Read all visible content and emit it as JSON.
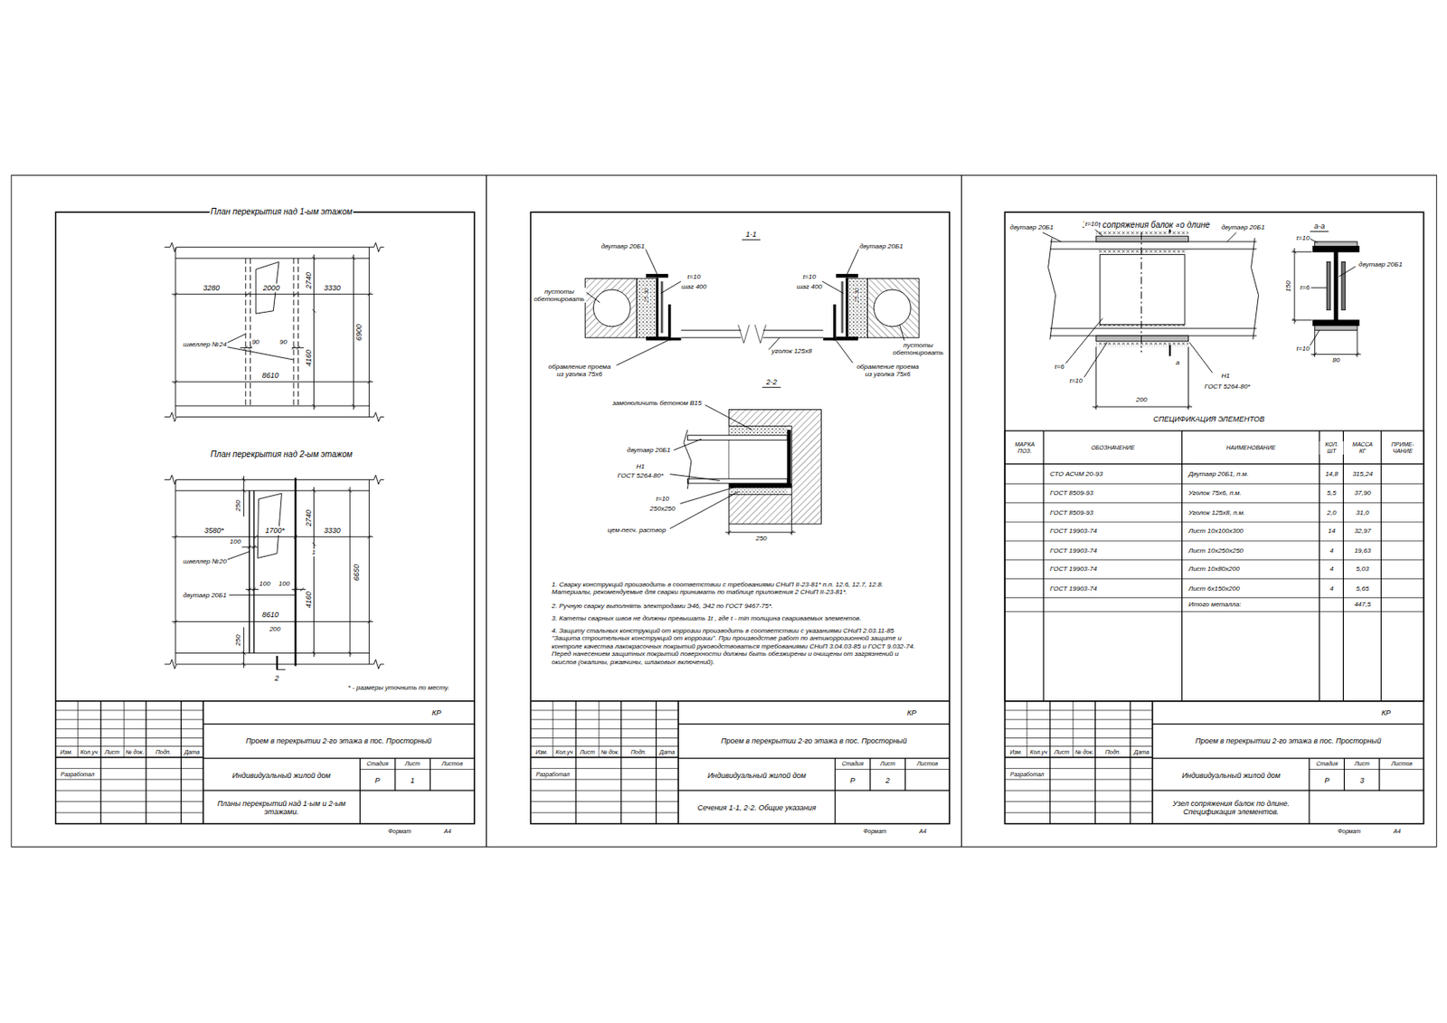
{
  "diagram": {
    "labels": [
      "План перекрытия над 1-ым этажом",
      "3280",
      "2000",
      "3330",
      "2740",
      "6900",
      "швеллер №24",
      "90",
      "90",
      "4160",
      "8610",
      "План перекрытия над 2-ым этажом",
      "250",
      "3580*",
      "1700*",
      "3330",
      "2740",
      "6650",
      "100",
      "1",
      "швеллер №20",
      "двутавр 20Б1",
      "100",
      "100",
      "4160",
      "8610",
      "250",
      "200",
      "2",
      "* - размеры уточнить по месту.",
      "Изм.",
      "Кол.уч",
      "Лист",
      "№ док.",
      "Подп.",
      "Дата",
      "Разработал",
      "КР",
      "Проем в перекрытии 2-го этажа в пос. Просторный",
      "Индивидуальный жилой дом",
      "Стадия",
      "Лист",
      "Листов",
      "Р",
      "1",
      "Планы перекрытий над 1-ым и 2-ым этажами.",
      "Формат",
      "А4",
      "1-1",
      "двутавр 20Б1",
      "t=10",
      "шаг 400",
      "25-30",
      "двутавр 20Б1",
      "t=10",
      "шаг 400",
      "25-30",
      "пустоты обетонировать",
      "обрамление проема из уголка 75х6",
      "уголок 125х8",
      "пустоты обетонировать",
      "обрамление проема из уголка 75х6",
      "2-2",
      "замоноличить бетоном В15",
      "двутавр 20Б1",
      "Н1",
      "ГОСТ 5264-80*",
      "t=10",
      "250х250",
      "цем-песч. раствор",
      "250",
      "1. Сварку конструкций производить в соответствии с требованиями СНиП II-23-81* п.п. 12.6, 12.7, 12.8. Материалы, рекомендуемые для сварки принимать по таблице приложения 2 СНиП II-23-81*.",
      "2. Ручную сварку выполнять электродами Э46, Э42 по ГОСТ 9467-75*.",
      "3. Катеты сварных швов не должны превышать 1t , где t - min толщина свариваемых элементов.",
      "4. Защиту стальных конструкций от коррозии производить в соответствии с указаниями СНиП 2.03.11-85 \"Защита строительных конструкций от коррозии\". При производстве работ по антикоррозионной защите и контроле качества лакокрасочных покрытий руководствоваться требованиями СНиП 3.04.03-85 и ГОСТ 9.032-74. Перед нанесением защитных покрытий поверхности должны быть обезжирены и очищены от загрязнений и окислов (окалины, ржавчины, шлаковых включений).",
      "Изм.",
      "Кол.уч",
      "Лист",
      "№ док.",
      "Подп.",
      "Дата",
      "Разработал",
      "КР",
      "Проем в перекрытии 2-го этажа в пос. Просторный",
      "Индивидуальный жилой дом",
      "Стадия",
      "Лист",
      "Листов",
      "Р",
      "2",
      "Сечения 1-1, 2-2. Общие указания",
      "Формат",
      "А4",
      "Узел сопряжения балок по длине",
      "двутавр 20Б1",
      "t=10",
      "а",
      "двутавр 20Б1",
      "t=6",
      "t=10",
      "а",
      "Н1",
      "ГОСТ 5264-80*",
      "200",
      "а-а",
      "t=10",
      "двутавр 20Б1",
      "t=6",
      "150",
      "t=10",
      "80",
      "СПЕЦИФИКАЦИЯ ЭЛЕМЕНТОВ",
      "МАРКА ПОЗ.",
      "ОБОЗНАЧЕНИЕ",
      "НАИМЕНОВАНИЕ",
      "КОЛ. ШТ",
      "МАССА КГ",
      "ПРИМЕ- ЧАНИЕ",
      "СТО АСЧМ 20-93",
      "Двутавр 20Б1, п.м.",
      "14,8",
      "315,24",
      "ГОСТ 8509-93",
      "Уголок 75х6, п.м.",
      "5,5",
      "37,90",
      "ГОСТ 8509-93",
      "Уголок 125х8, п.м.",
      "2,0",
      "31,0",
      "ГОСТ 19903-74",
      "Лист 10х100х300",
      "14",
      "32,97",
      "ГОСТ 19903-74",
      "Лист 10х250х250",
      "4",
      "19,63",
      "ГОСТ 19903-74",
      "Лист 10х80х200",
      "4",
      "5,03",
      "ГОСТ 19903-74",
      "Лист 6х150х200",
      "4",
      "5,65",
      "Итого металла:",
      "447,5",
      "Изм.",
      "Кол.уч",
      "Лист",
      "№ док.",
      "Подп.",
      "Дата",
      "Разработал",
      "КР",
      "Проем в перекрытии 2-го этажа в пос. Просторный",
      "Индивидуальный жилой дом",
      "Стадия",
      "Лист",
      "Листов",
      "Р",
      "3",
      "Узел сопряжения балок по длине. Спецификация элементов.",
      "Формат",
      "А4"
    ]
  }
}
